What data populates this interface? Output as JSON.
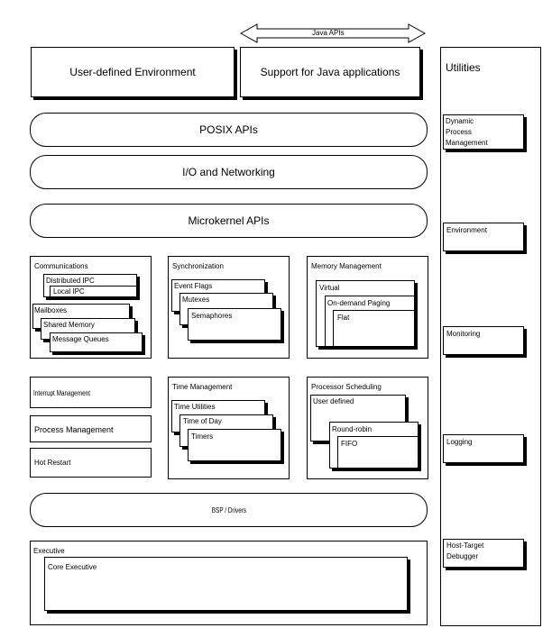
{
  "top": {
    "java_apis": "Java APIs",
    "user_defined_env": "User-defined Environment",
    "support_java": "Support for Java applications"
  },
  "layers": {
    "posix": "POSIX APIs",
    "io": "I/O and Networking",
    "microkernel": "Microkernel APIs",
    "bsp": "BSP / Drivers"
  },
  "communications": {
    "title": "Communications",
    "distributed_ipc": "Distributed IPC",
    "local_ipc": "Local IPC",
    "mailboxes": "Mailboxes",
    "shared_memory": "Shared Memory",
    "message_queues": "Message Queues"
  },
  "synchronization": {
    "title": "Synchronization",
    "event_flags": "Event Flags",
    "mutexes": "Mutexes",
    "semaphores": "Semaphores"
  },
  "memory": {
    "title": "Memory Management",
    "virtual": "Virtual",
    "on_demand": "On-demand Paging",
    "flat": "Flat"
  },
  "misc": {
    "interrupt": "Interrupt Management",
    "process": "Process Management",
    "hot_restart": "Hot Restart"
  },
  "time": {
    "title": "Time Management",
    "time_utilities": "Time Utilities",
    "time_of_day": "Time of Day",
    "timers": "Timers"
  },
  "scheduling": {
    "title": "Processor Scheduling",
    "user_defined": "User defined",
    "round_robin": "Round-robin",
    "fifo": "FIFO"
  },
  "executive": {
    "title": "Executive",
    "core": "Core Executive"
  },
  "utilities": {
    "title": "Utilities",
    "dpm_line1": "Dynamic",
    "dpm_line2": "Process",
    "dpm_line3": "Management",
    "environment": "Environment",
    "monitoring": "Monitoring",
    "logging": "Logging",
    "htd_line1": "Host-Target",
    "htd_line2": "Debugger"
  }
}
